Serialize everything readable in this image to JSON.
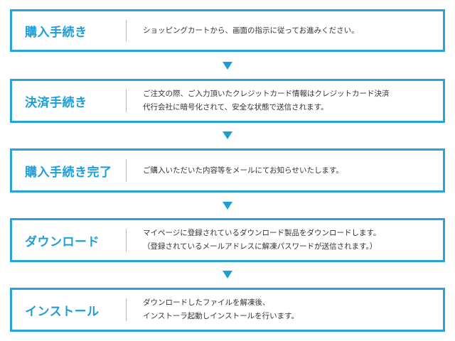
{
  "accent_color": "#29a3d8",
  "steps": [
    {
      "title": "購入手続き",
      "lines": [
        "ショッピングカートから、画面の指示に従ってお進みください。"
      ]
    },
    {
      "title": "決済手続き",
      "lines": [
        "ご注文の際、ご入力頂いたクレジットカード情報はクレジットカード決済",
        "代行会社に暗号化されて、安全な状態で送信されます。"
      ]
    },
    {
      "title": "購入手続き完了",
      "lines": [
        "ご購入いただいた内容等をメールにてお知らせいたします。"
      ]
    },
    {
      "title": "ダウンロード",
      "lines": [
        "マイページに登録されているダウンロード製品をダウンロードします。",
        "（登録されているメールアドレスに解凍パスワードが送信されます。）"
      ]
    },
    {
      "title": "インストール",
      "lines": [
        "ダウンロードしたファイルを解凍後、",
        "インストーラ起動しインストールを行います。"
      ]
    }
  ],
  "icons": {
    "arrow": "triangle-down-icon"
  }
}
